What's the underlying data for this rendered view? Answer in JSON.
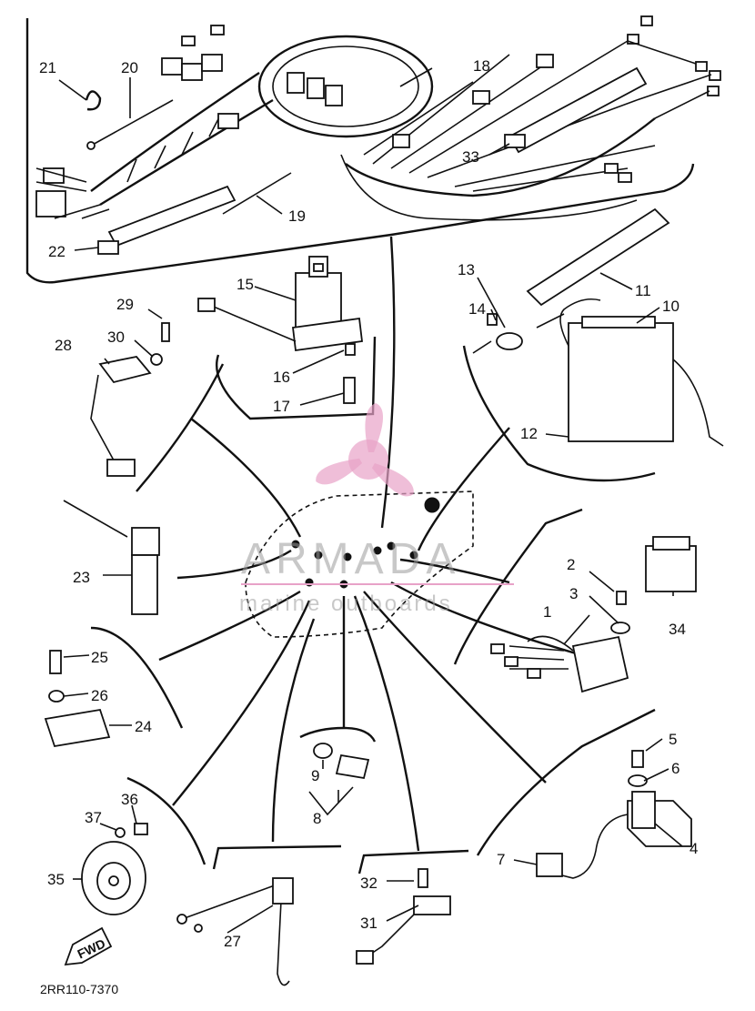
{
  "diagram_code": "2RR110-7370",
  "fwd_label": "FWD",
  "watermark": {
    "brand": "ARMADA",
    "tagline": "marine outboards",
    "logo": "propeller-logo",
    "logo_color": "#e8a2c8"
  },
  "callouts": [
    "1",
    "2",
    "3",
    "4",
    "5",
    "6",
    "7",
    "8",
    "9",
    "10",
    "11",
    "12",
    "13",
    "14",
    "15",
    "16",
    "17",
    "18",
    "19",
    "20",
    "21",
    "22",
    "23",
    "24",
    "25",
    "26",
    "27",
    "28",
    "29",
    "30",
    "31",
    "32",
    "33",
    "34",
    "35",
    "36",
    "37"
  ]
}
